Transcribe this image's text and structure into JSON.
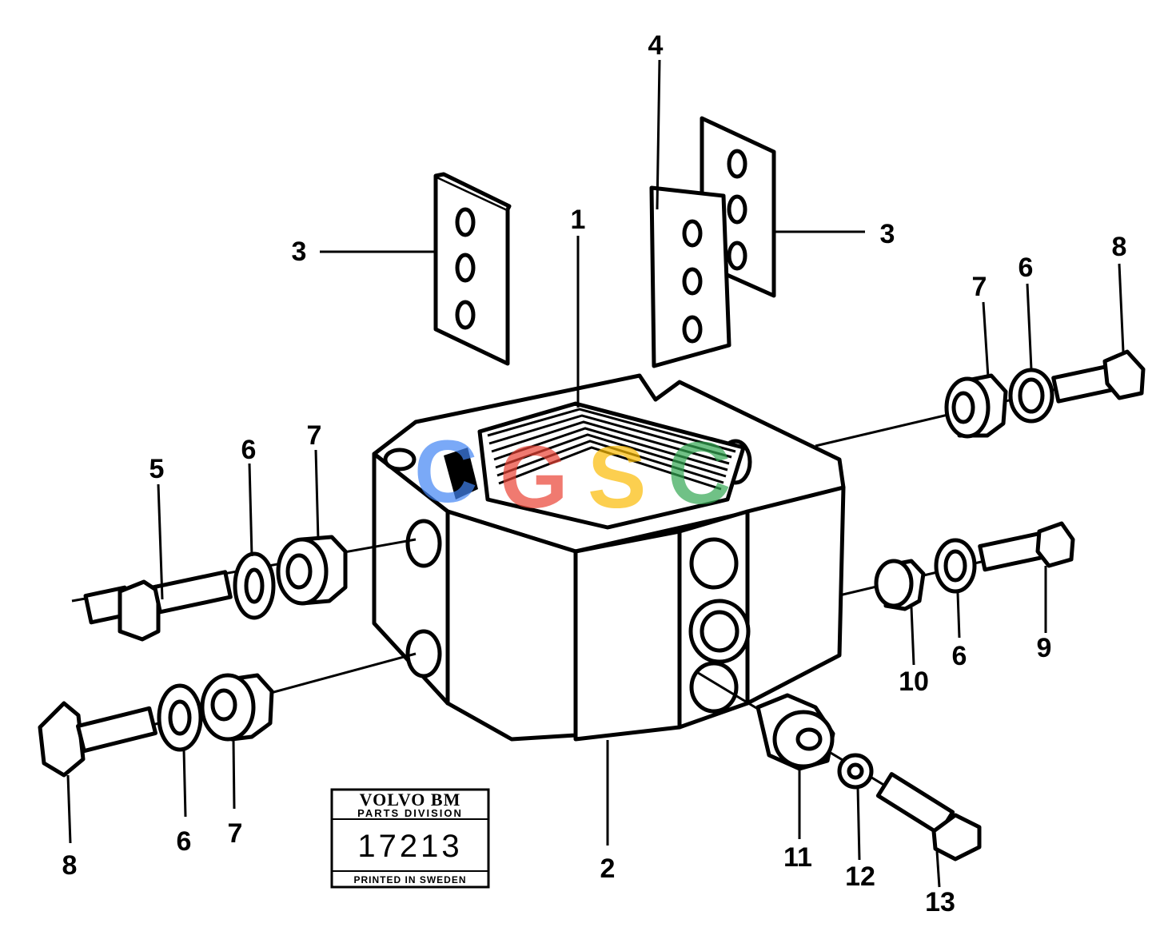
{
  "callouts": {
    "c1": "1",
    "c2": "2",
    "c3_left": "3",
    "c3_right": "3",
    "c4": "4",
    "c5": "5",
    "c6_left_upper": "6",
    "c6_left_lower": "6",
    "c6_right_upper": "6",
    "c6_right_lower": "6",
    "c7_left_upper": "7",
    "c7_left_lower": "7",
    "c7_right": "7",
    "c8_left": "8",
    "c8_right": "8",
    "c9": "9",
    "c10": "10",
    "c11": "11",
    "c12": "12",
    "c13": "13"
  },
  "stamp": {
    "brand": "VOLVO BM",
    "division": "PARTS DIVISION",
    "number": "17213",
    "footer": "PRINTED IN SWEDEN"
  },
  "watermark": {
    "letters": [
      "C",
      "G",
      "S",
      "C"
    ],
    "colors": [
      "#4285F4",
      "#EA4335",
      "#FBBC05",
      "#34A853"
    ]
  }
}
